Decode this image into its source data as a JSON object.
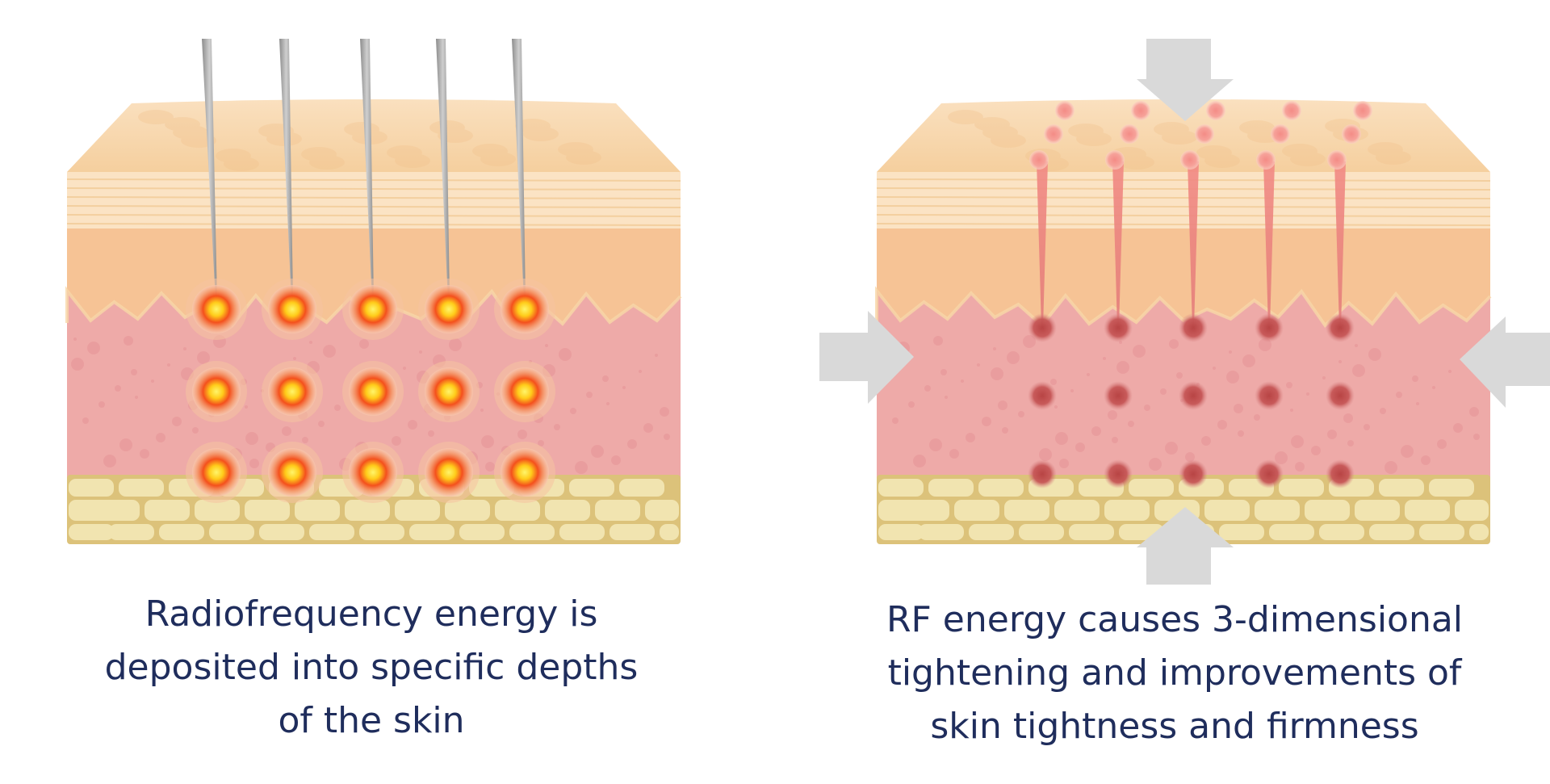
{
  "panels": [
    {
      "id": "radiofrequency-deposition",
      "caption_lines": [
        "Radiofrequency energy is",
        "deposited into specific depths",
        "of the skin"
      ],
      "needle_count": 5,
      "energy_rows": 3,
      "energy_columns": 5
    },
    {
      "id": "rf-tightening",
      "caption_lines": [
        "RF energy causes 3-dimensional",
        "tightening and improvements of",
        "skin tightness and firmness"
      ],
      "compression_arrows": [
        "top",
        "bottom",
        "left",
        "right"
      ],
      "energy_rows": 3,
      "energy_columns": 5
    }
  ],
  "colors": {
    "caption_text": "#1f2d5c",
    "epidermis_top": "#f7d4a8",
    "epidermis_lines": "#fbe3c4",
    "papillary_layer": "#f6c395",
    "dermis": "#eeaaa8",
    "fat_cells": "#f1e4b0",
    "fat_border": "#dcc27a",
    "needle": "#a8a8a8",
    "energy_core": "#ffd21a",
    "energy_mid": "#f45b1e",
    "energy_halo": "#f6c2a0",
    "treated_dot": "#c45454",
    "arrow": "#d9d9d9"
  }
}
